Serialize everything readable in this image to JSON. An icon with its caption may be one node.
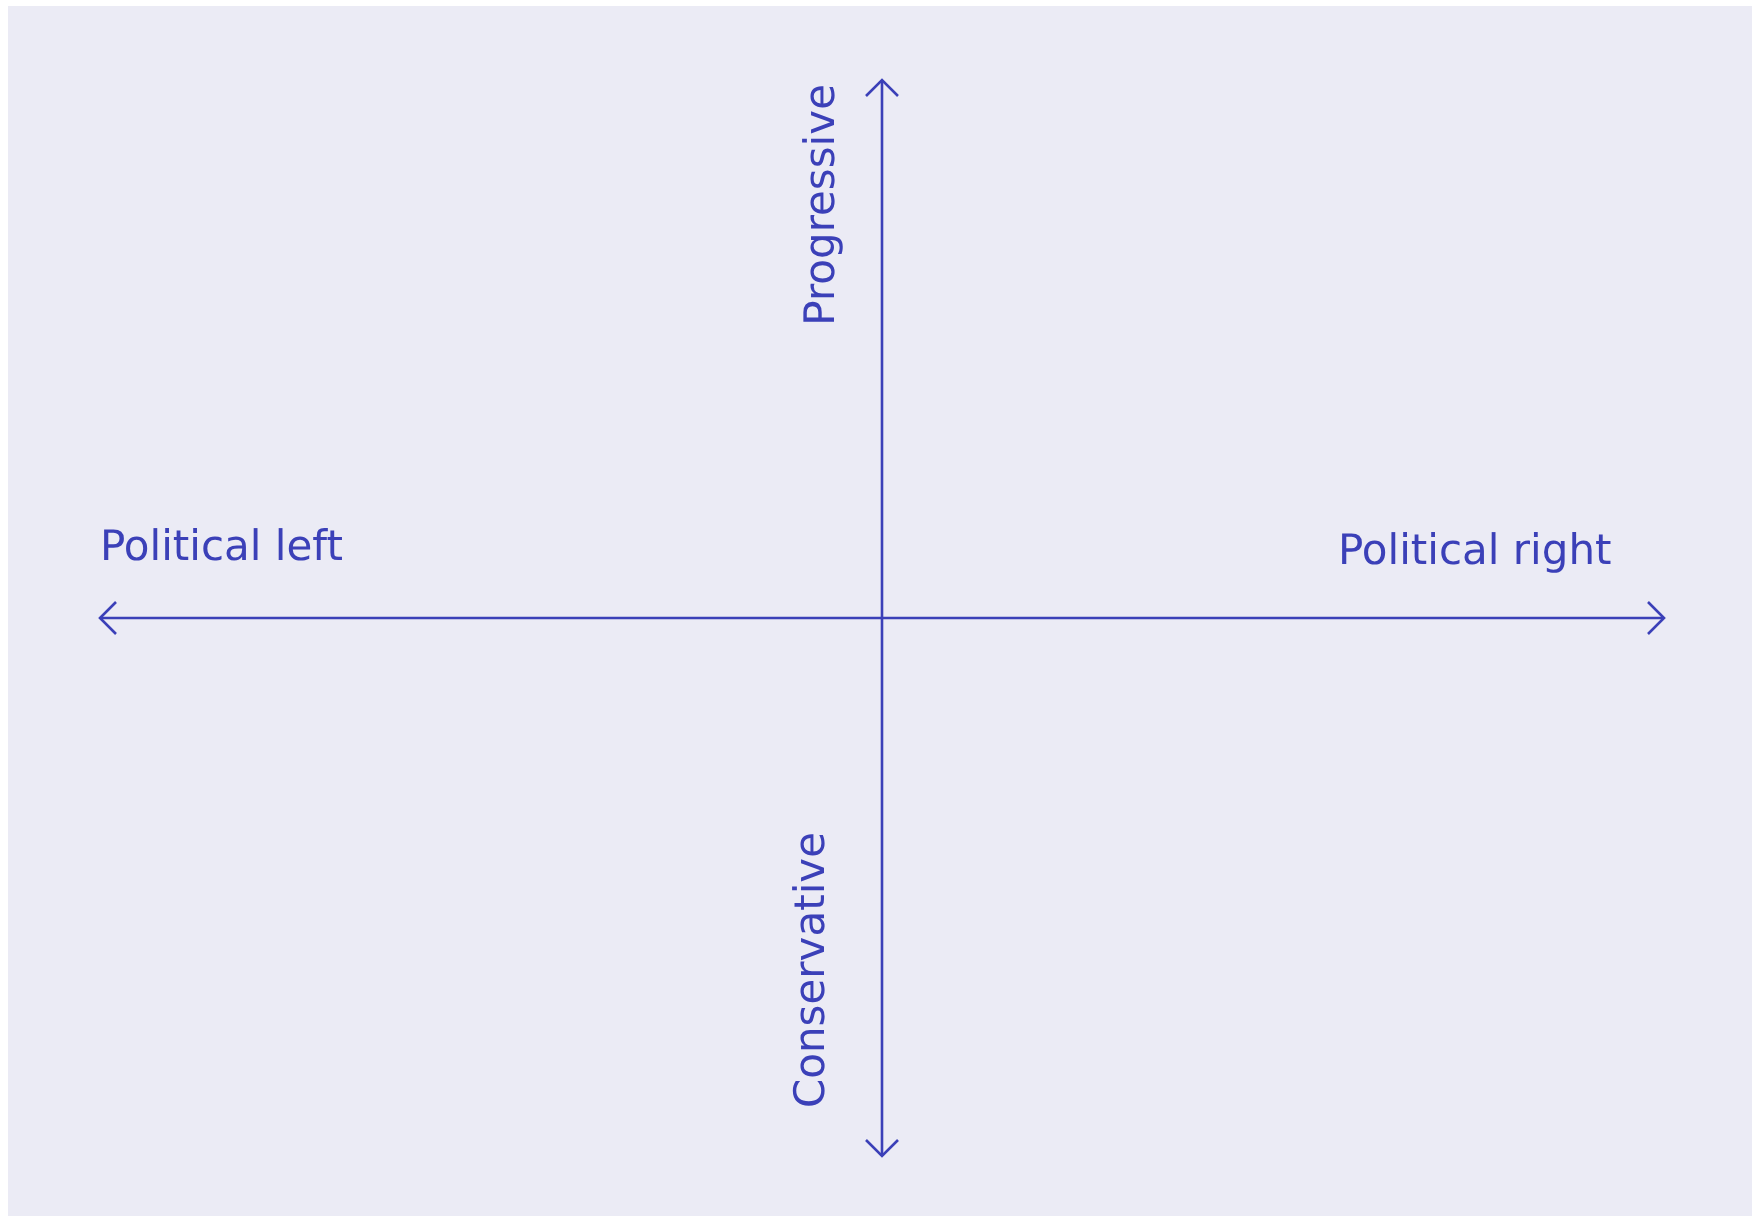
{
  "diagram": {
    "labels": [
      "Progressive",
      "Political left",
      "Political right",
      "Conservative"
    ]
  }
}
